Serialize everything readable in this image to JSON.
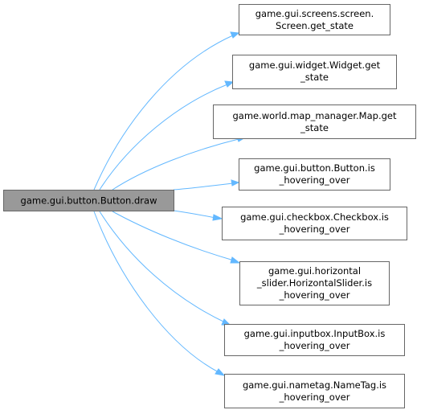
{
  "graph": {
    "root": {
      "label": "game.gui.button.Button.draw"
    },
    "callees": [
      {
        "line1": "game.gui.screens.screen.",
        "line2": "Screen.get_state"
      },
      {
        "line1": "game.gui.widget.Widget.get",
        "line2": "_state"
      },
      {
        "line1": "game.world.map_manager.Map.get",
        "line2": "_state"
      },
      {
        "line1": "game.gui.button.Button.is",
        "line2": "_hovering_over"
      },
      {
        "line1": "game.gui.checkbox.Checkbox.is",
        "line2": "_hovering_over"
      },
      {
        "line1": "game.gui.horizontal",
        "line2": "_slider.HorizontalSlider.is",
        "line3": "_hovering_over"
      },
      {
        "line1": "game.gui.inputbox.InputBox.is",
        "line2": "_hovering_over"
      },
      {
        "line1": "game.gui.nametag.NameTag.is",
        "line2": "_hovering_over"
      }
    ],
    "colors": {
      "edge": "#63b8ff",
      "root_fill": "#999999",
      "node_border": "#666666"
    }
  }
}
